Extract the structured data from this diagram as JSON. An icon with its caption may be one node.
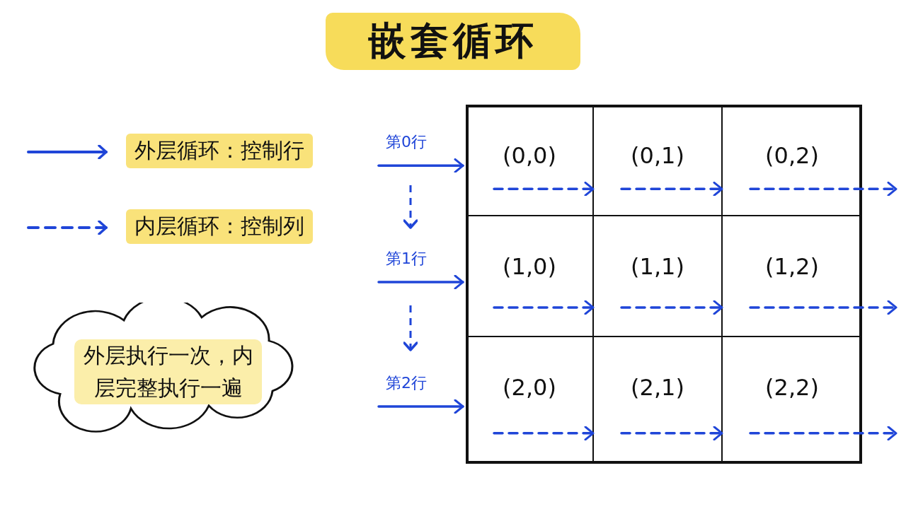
{
  "diagram": {
    "title": "嵌套循环",
    "nodes": [
      {
        "text": [
          "外层执行一次，内层完整执行一遍"
        ]
      },
      {
        "text": [
          "(0,0)"
        ]
      },
      {
        "text": [
          "(0,1)"
        ]
      },
      {
        "text": [
          "(0,2)"
        ]
      },
      {
        "text": [
          "(1,0)"
        ]
      },
      {
        "text": [
          "(1,1)"
        ]
      },
      {
        "text": [
          "(1,2)"
        ]
      },
      {
        "text": [
          "(2,0)"
        ]
      },
      {
        "text": [
          "(2,1)"
        ]
      },
      {
        "text": [
          "(2,2)"
        ]
      }
    ],
    "edges": [
      {
        "from": null,
        "to": 1,
        "arrow": "to",
        "label": "第0行"
      },
      {
        "from": 1,
        "to": 2,
        "arrow": "to",
        "style": "dashed"
      },
      {
        "from": 2,
        "to": 3,
        "arrow": "to",
        "style": "dashed"
      },
      {
        "from": 3,
        "to": null,
        "arrow": "to",
        "style": "dashed"
      },
      {
        "from": null,
        "to": 4,
        "arrow": "to",
        "label": "第1行"
      },
      {
        "from": 4,
        "to": 5,
        "arrow": "to",
        "style": "dashed"
      },
      {
        "from": 5,
        "to": 6,
        "arrow": "to",
        "style": "dashed"
      },
      {
        "from": 6,
        "to": null,
        "arrow": "to",
        "style": "dashed"
      },
      {
        "from": null,
        "to": 7,
        "arrow": "to",
        "label": "第2行"
      },
      {
        "from": 7,
        "to": 8,
        "arrow": "to",
        "style": "dashed"
      },
      {
        "from": 8,
        "to": 9,
        "arrow": "to",
        "style": "dashed"
      },
      {
        "from": 9,
        "to": null,
        "arrow": "to",
        "style": "dashed"
      }
    ],
    "legend": [
      {
        "text": "外层循环：控制行"
      },
      {
        "text": "内层循环：控制列"
      }
    ]
  }
}
